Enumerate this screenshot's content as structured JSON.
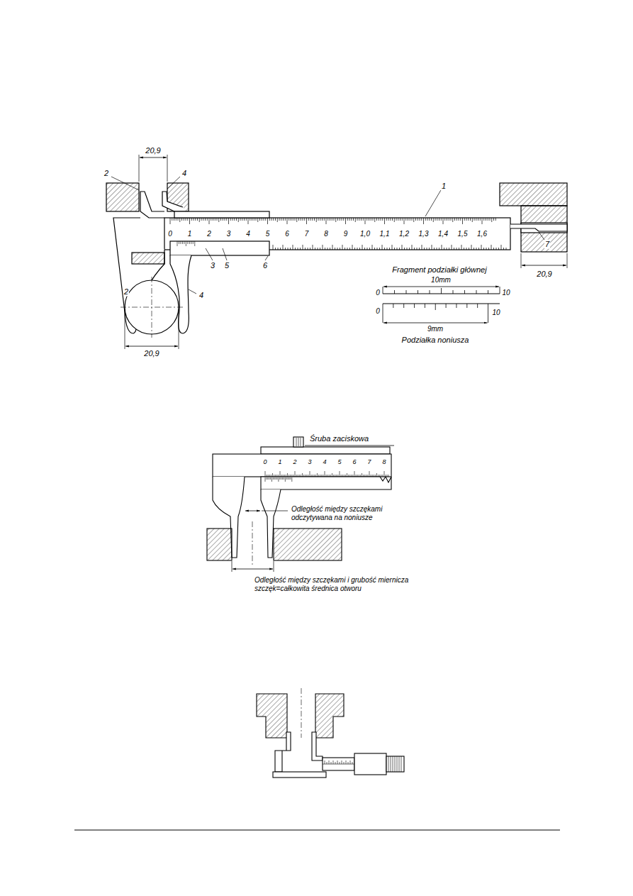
{
  "diagram": {
    "labels": [
      "20,9",
      "2",
      "4",
      "1",
      "0",
      "1",
      "2",
      "3",
      "4",
      "5",
      "6",
      "7",
      "8",
      "9",
      "1,0",
      "1,1",
      "1,2",
      "1,3",
      "1,4",
      "1,5",
      "1,6",
      "7",
      "3",
      "5",
      "6",
      "20,9",
      "Fragment podziałki głównej",
      "10mm",
      "0",
      "10",
      "0",
      "10",
      "2",
      "4",
      "9mm",
      "Podziałka noniusza",
      "20,9",
      "Śruba zaciskowa",
      "0",
      "1",
      "2",
      "3",
      "4",
      "5",
      "6",
      "7",
      "8",
      "Odległość między szczękami odczytywana na noniusze",
      "Odległość między szczękami i grubość miernicza szczęk=całkowita średnica otworu"
    ]
  }
}
